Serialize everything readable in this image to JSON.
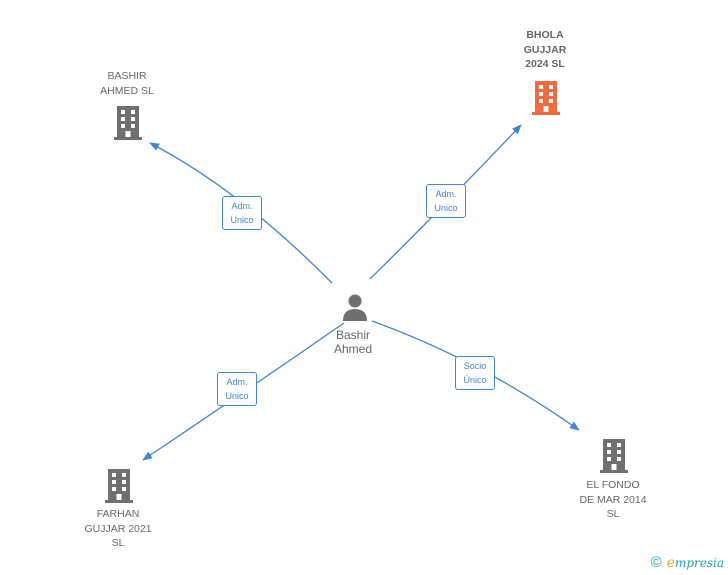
{
  "center": {
    "name_line1": "Bashir",
    "name_line2": "Ahmed",
    "icon": "person-icon"
  },
  "companies": {
    "top_left": {
      "lines": [
        "BASHIR",
        "AHMED  SL"
      ],
      "icon": "building-icon",
      "color": "#6f6f6f"
    },
    "top_right": {
      "lines": [
        "BHOLA",
        "GUJJAR",
        "2024  SL"
      ],
      "icon": "building-icon",
      "color": "#f26a3d"
    },
    "bottom_left": {
      "lines": [
        "FARHAN",
        "GUJJAR 2021",
        "SL"
      ],
      "icon": "building-icon",
      "color": "#6f6f6f"
    },
    "bottom_right": {
      "lines": [
        "EL FONDO",
        "DE MAR 2014",
        "SL"
      ],
      "icon": "building-icon",
      "color": "#6f6f6f"
    }
  },
  "relations": {
    "top_left": {
      "line1": "Adm.",
      "line2": "Unico"
    },
    "top_right": {
      "line1": "Adm.",
      "line2": "Unico"
    },
    "bottom_left": {
      "line1": "Adm.",
      "line2": "Unico"
    },
    "bottom_right": {
      "line1": "Socio",
      "line2": "Único"
    }
  },
  "colors": {
    "edge": "#3f86d4",
    "node_icon": "#6f6f6f",
    "highlight_icon": "#f26a3d"
  },
  "footer": {
    "copyright_symbol": "©",
    "brand_first": "e",
    "brand_rest": "mpresia"
  }
}
